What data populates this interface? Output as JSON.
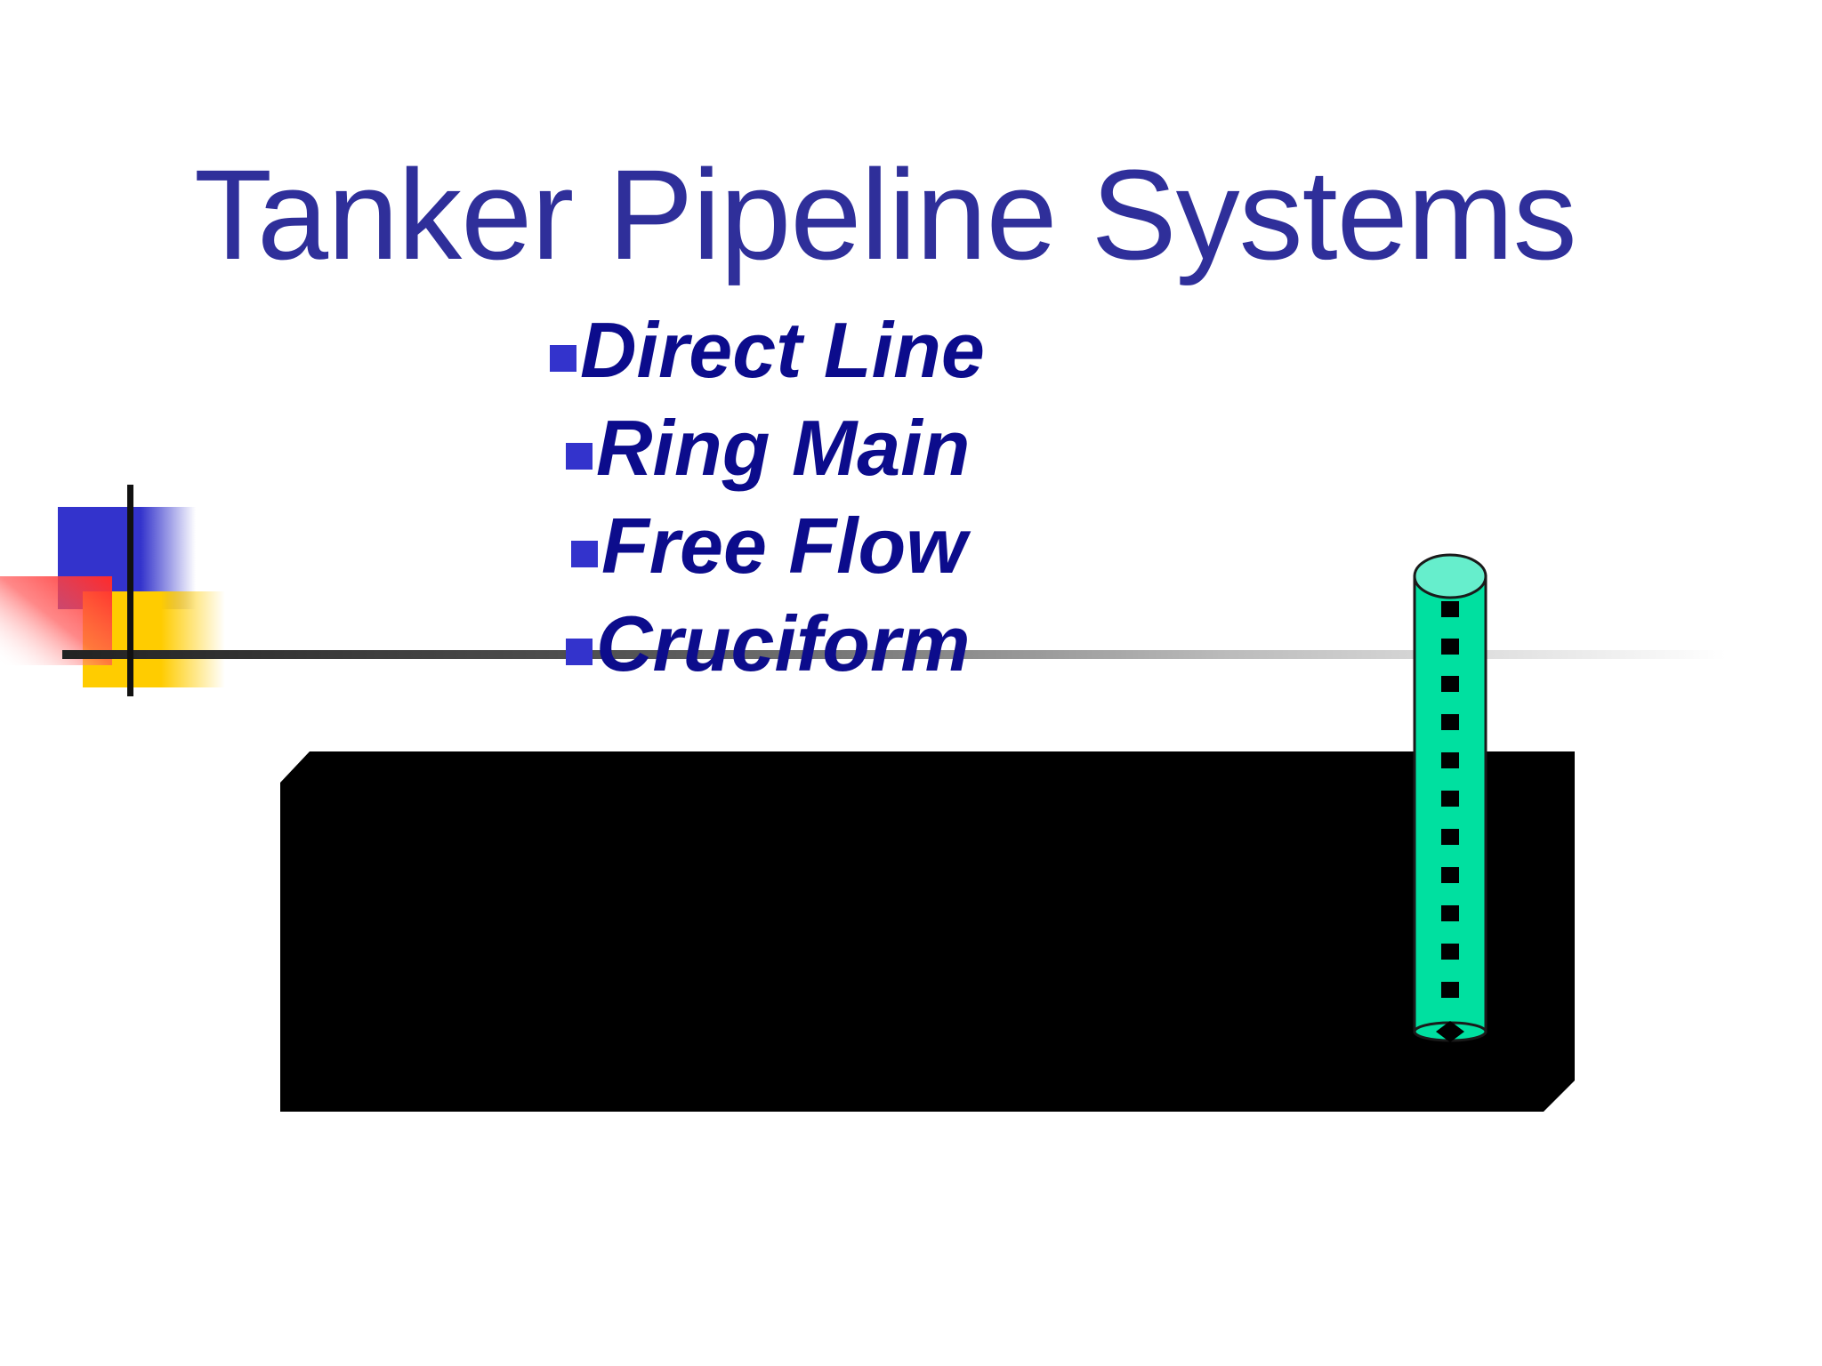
{
  "slide": {
    "title": "Tanker Pipeline Systems",
    "bullets": [
      {
        "label": "Direct Line"
      },
      {
        "label": "Ring Main"
      },
      {
        "label": "Free Flow"
      },
      {
        "label": "Cruciform"
      }
    ]
  },
  "colors": {
    "title": "#2f2f9a",
    "bullet_text": "#0c0c8c",
    "bullet_marker": "#3333cc",
    "decor_blue": "#3333cc",
    "decor_yellow": "#ffcc00",
    "decor_red": "#ff3333",
    "pipe": "#00e0a0",
    "pipe_top": "#66eecc",
    "tank": "#000000"
  },
  "icons": {
    "decor": "corner-blocks-decoration",
    "diagram": "tank-with-vertical-pipe"
  }
}
